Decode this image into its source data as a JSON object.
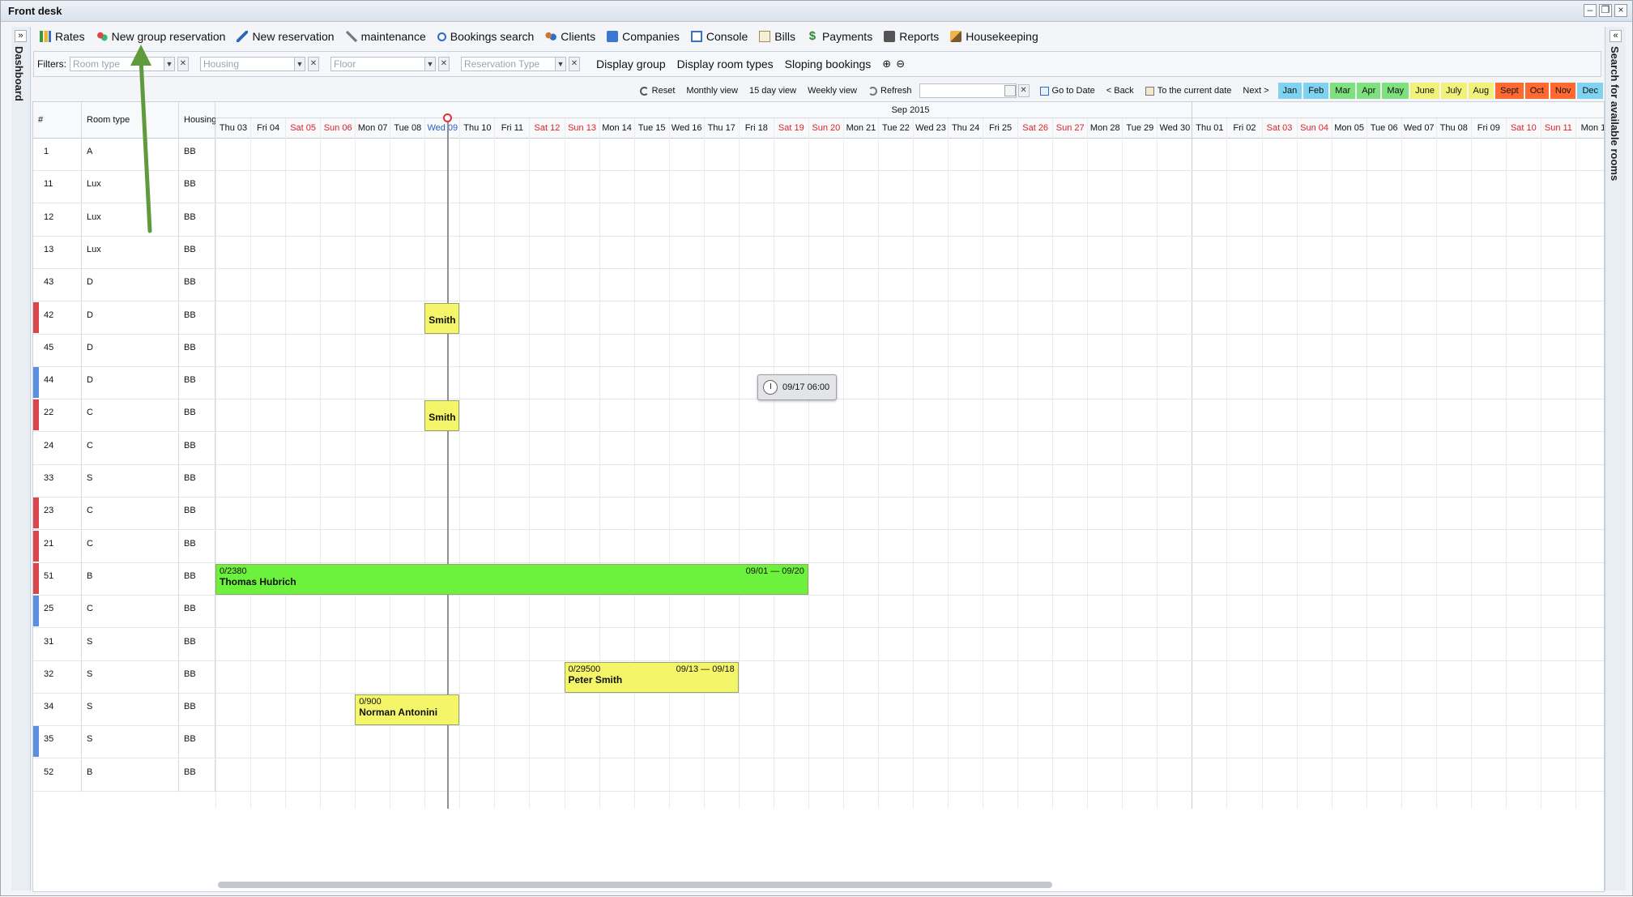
{
  "window": {
    "title": "Front desk"
  },
  "sidebars": {
    "left": "Dashboard",
    "right": "Search for available rooms"
  },
  "toolbar": [
    {
      "label": "Rates",
      "icon": "rates-icon"
    },
    {
      "label": "New group reservation",
      "icon": "group-reservation-icon"
    },
    {
      "label": "New reservation",
      "icon": "new-reservation-icon"
    },
    {
      "label": "maintenance",
      "icon": "wrench-icon"
    },
    {
      "label": "Bookings search",
      "icon": "search-icon"
    },
    {
      "label": "Clients",
      "icon": "clients-icon"
    },
    {
      "label": "Companies",
      "icon": "companies-icon"
    },
    {
      "label": "Console",
      "icon": "console-icon"
    },
    {
      "label": "Bills",
      "icon": "bills-icon"
    },
    {
      "label": "Payments",
      "icon": "payments-icon"
    },
    {
      "label": "Reports",
      "icon": "reports-icon"
    },
    {
      "label": "Housekeeping",
      "icon": "housekeeping-icon"
    }
  ],
  "filters": {
    "label": "Filters:",
    "room_type": "Room type",
    "housing": "Housing",
    "floor": "Floor",
    "reservation_type": "Reservation Type",
    "buttons": [
      "Display group",
      "Display room types",
      "Sloping bookings"
    ]
  },
  "nav": {
    "reset": "Reset",
    "monthly": "Monthly view",
    "day15": "15 day view",
    "weekly": "Weekly view",
    "refresh": "Refresh",
    "date_value": "",
    "goto": "Go to Date",
    "back": "< Back",
    "current": "To the current date",
    "next": "Next >",
    "months": [
      {
        "label": "Jan",
        "color": "#7fd2f0"
      },
      {
        "label": "Feb",
        "color": "#7fd2f0"
      },
      {
        "label": "Mar",
        "color": "#7fe07f"
      },
      {
        "label": "Apr",
        "color": "#7fe07f"
      },
      {
        "label": "May",
        "color": "#7fe07f"
      },
      {
        "label": "June",
        "color": "#f2f27a"
      },
      {
        "label": "July",
        "color": "#f2f27a"
      },
      {
        "label": "Aug",
        "color": "#f2f27a"
      },
      {
        "label": "Sept",
        "color": "#ff6a33"
      },
      {
        "label": "Oct",
        "color": "#ff6a33"
      },
      {
        "label": "Nov",
        "color": "#ff6a33"
      },
      {
        "label": "Dec",
        "color": "#7fd2f0"
      }
    ]
  },
  "table": {
    "headers": {
      "num": "#",
      "room_type": "Room type",
      "housing": "Housing"
    },
    "month_label": "Sep 2015",
    "days": [
      "Thu 03",
      "Fri 04",
      "Sat 05",
      "Sun 06",
      "Mon 07",
      "Tue 08",
      "Wed 09",
      "Thu 10",
      "Fri 11",
      "Sat 12",
      "Sun 13",
      "Mon 14",
      "Tue 15",
      "Wed 16",
      "Thu 17",
      "Fri 18",
      "Sat 19",
      "Sun 20",
      "Mon 21",
      "Tue 22",
      "Wed 23",
      "Thu 24",
      "Fri 25",
      "Sat 26",
      "Sun 27",
      "Mon 28",
      "Tue 29",
      "Wed 30",
      "Thu 01",
      "Fri 02",
      "Sat 03",
      "Sun 04",
      "Mon 05",
      "Tue 06",
      "Wed 07",
      "Thu 08",
      "Fri 09",
      "Sat 10",
      "Sun 11",
      "Mon 1"
    ],
    "weekend_color": "#e0202a",
    "today_color": "#2a5fc0",
    "rows": [
      {
        "num": "1",
        "type": "A",
        "housing": "BB",
        "marker": ""
      },
      {
        "num": "11",
        "type": "Lux",
        "housing": "BB",
        "marker": ""
      },
      {
        "num": "12",
        "type": "Lux",
        "housing": "BB",
        "marker": ""
      },
      {
        "num": "13",
        "type": "Lux",
        "housing": "BB",
        "marker": ""
      },
      {
        "num": "43",
        "type": "D",
        "housing": "BB",
        "marker": ""
      },
      {
        "num": "42",
        "type": "D",
        "housing": "BB",
        "marker": "#d9474d"
      },
      {
        "num": "45",
        "type": "D",
        "housing": "BB",
        "marker": ""
      },
      {
        "num": "44",
        "type": "D",
        "housing": "BB",
        "marker": "#5b8fe0"
      },
      {
        "num": "22",
        "type": "C",
        "housing": "BB",
        "marker": "#d9474d"
      },
      {
        "num": "24",
        "type": "C",
        "housing": "BB",
        "marker": ""
      },
      {
        "num": "33",
        "type": "S",
        "housing": "BB",
        "marker": ""
      },
      {
        "num": "23",
        "type": "C",
        "housing": "BB",
        "marker": "#d9474d"
      },
      {
        "num": "21",
        "type": "C",
        "housing": "BB",
        "marker": "#d9474d"
      },
      {
        "num": "51",
        "type": "B",
        "housing": "BB",
        "marker": "#d9474d"
      },
      {
        "num": "25",
        "type": "C",
        "housing": "BB",
        "marker": "#5b8fe0"
      },
      {
        "num": "31",
        "type": "S",
        "housing": "BB",
        "marker": ""
      },
      {
        "num": "32",
        "type": "S",
        "housing": "BB",
        "marker": ""
      },
      {
        "num": "34",
        "type": "S",
        "housing": "BB",
        "marker": ""
      },
      {
        "num": "35",
        "type": "S",
        "housing": "BB",
        "marker": "#5b8fe0"
      },
      {
        "num": "52",
        "type": "B",
        "housing": "BB",
        "marker": ""
      }
    ]
  },
  "bookings": [
    {
      "row": 5,
      "start": 6,
      "days": 1,
      "id": "",
      "name": "Smith",
      "dates": "",
      "color": "#f5f56a"
    },
    {
      "row": 8,
      "start": 6,
      "days": 1,
      "id": "",
      "name": "Smith",
      "dates": "",
      "color": "#f5f56a"
    },
    {
      "row": 13,
      "start": 0,
      "days": 17,
      "id": "0/2380",
      "name": "Thomas Hubrich",
      "dates": "09/01 — 09/20",
      "color": "#6cf23c"
    },
    {
      "row": 16,
      "start": 10,
      "days": 5,
      "id": "0/29500",
      "name": "Peter Smith",
      "dates": "09/13 — 09/18",
      "color": "#f5f56a"
    },
    {
      "row": 17,
      "start": 4,
      "days": 3,
      "id": "0/900",
      "name": "Norman Antonini",
      "dates": "",
      "color": "#f5f56a"
    }
  ],
  "tooltip": "09/17 06:00"
}
